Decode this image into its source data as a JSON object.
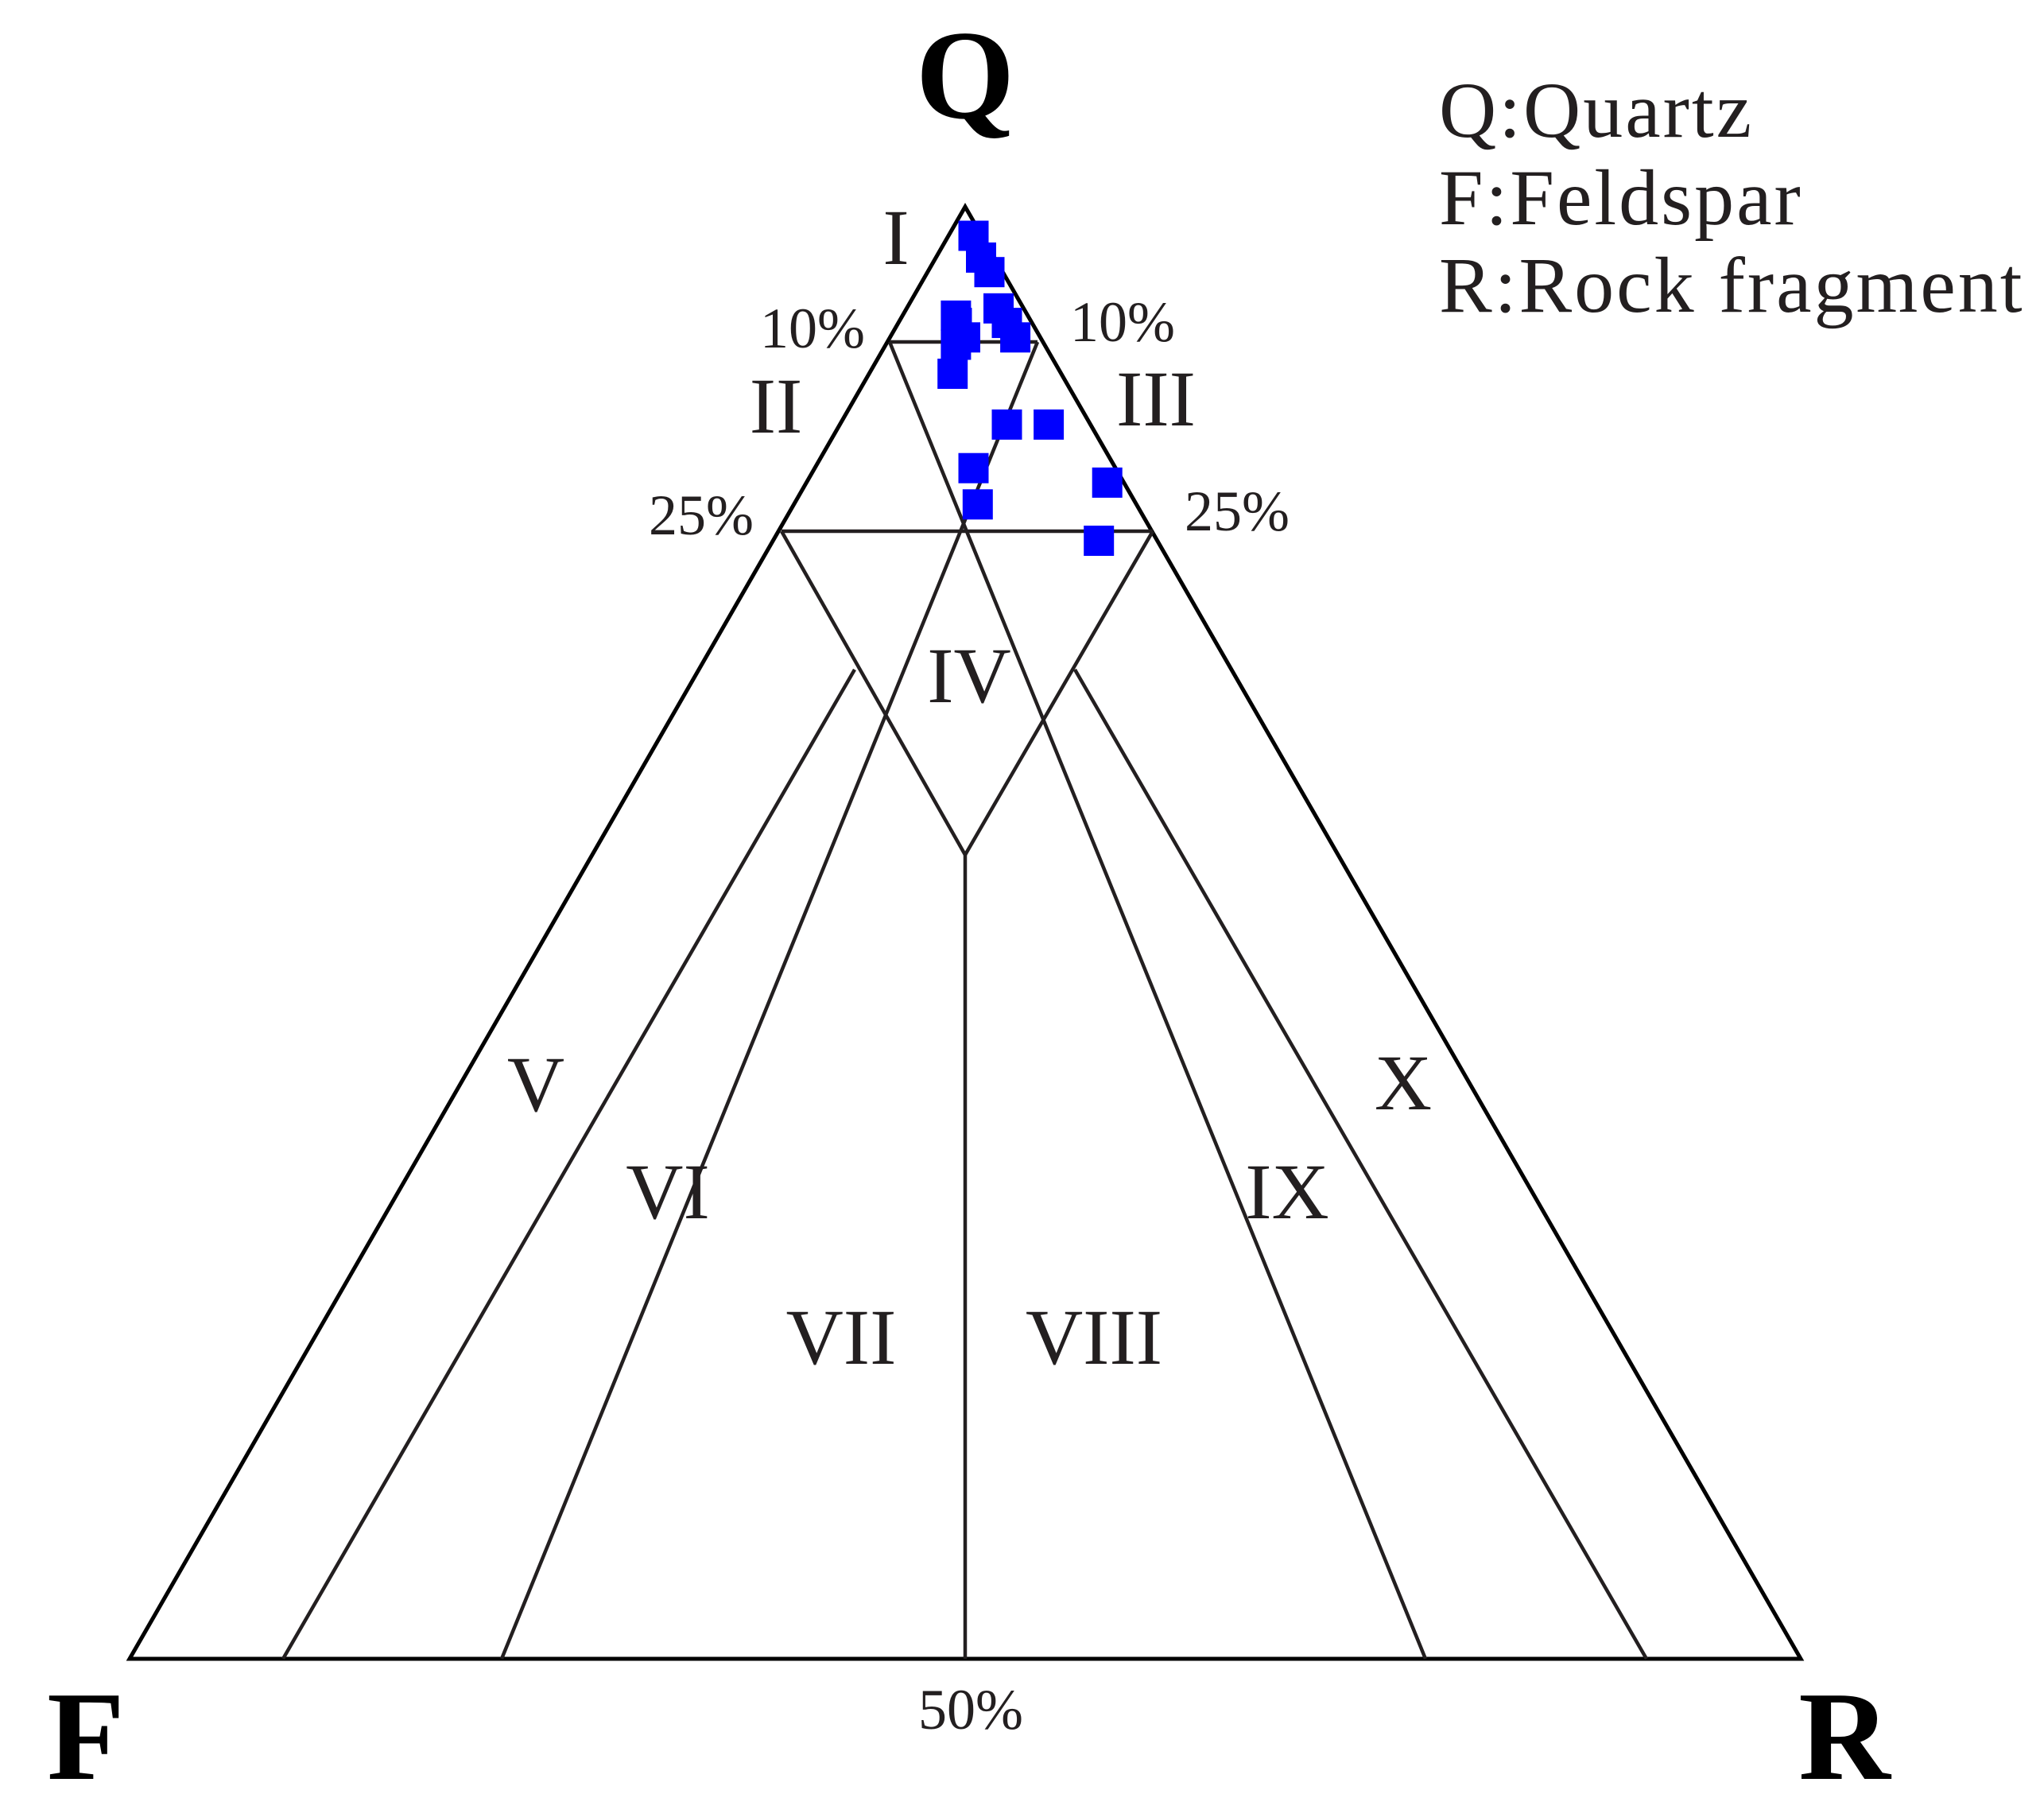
{
  "chart_data": {
    "type": "scatter",
    "diagram": "ternary",
    "vertices": {
      "top": "Q",
      "left": "F",
      "right": "R"
    },
    "legend": [
      "Q:Quartz",
      "F:Feldspar",
      "R:Rock fragment"
    ],
    "legend_position": "top-right",
    "boundary_labels": {
      "q_left": "10%",
      "q_right": "10%",
      "q_left_low": "25%",
      "q_right_low": "25%",
      "base": "50%"
    },
    "region_labels": [
      "I",
      "II",
      "III",
      "IV",
      "V",
      "VI",
      "VII",
      "VIII",
      "IX",
      "X"
    ],
    "boundaries": {
      "quartz_pct": [
        90,
        75
      ],
      "f_r_ratio_lines": [
        0.75,
        0.5,
        0.25
      ]
    },
    "marker_color": "#0000ff",
    "series": [
      {
        "points": [
          {
            "q": 98.0,
            "f": 0.5,
            "r": 1.5
          },
          {
            "q": 96.5,
            "f": 0.8,
            "r": 2.7
          },
          {
            "q": 95.5,
            "f": 0.8,
            "r": 3.7
          },
          {
            "q": 93.0,
            "f": 1.5,
            "r": 5.5
          },
          {
            "q": 92.0,
            "f": 1.5,
            "r": 6.5
          },
          {
            "q": 91.0,
            "f": 1.5,
            "r": 7.5
          },
          {
            "q": 92.5,
            "f": 4.3,
            "r": 3.2
          },
          {
            "q": 92.0,
            "f": 4.5,
            "r": 3.5
          },
          {
            "q": 91.0,
            "f": 4.5,
            "r": 4.5
          },
          {
            "q": 90.5,
            "f": 5.3,
            "r": 4.2
          },
          {
            "q": 88.5,
            "f": 6.5,
            "r": 5.0
          },
          {
            "q": 85.0,
            "f": 5.0,
            "r": 10.0
          },
          {
            "q": 85.0,
            "f": 2.5,
            "r": 12.5
          },
          {
            "q": 82.0,
            "f": 8.5,
            "r": 9.5
          },
          {
            "q": 79.5,
            "f": 9.5,
            "r": 11.0
          },
          {
            "q": 81.0,
            "f": 1.0,
            "r": 18.0
          },
          {
            "q": 77.0,
            "f": 3.5,
            "r": 19.5
          }
        ]
      }
    ]
  }
}
